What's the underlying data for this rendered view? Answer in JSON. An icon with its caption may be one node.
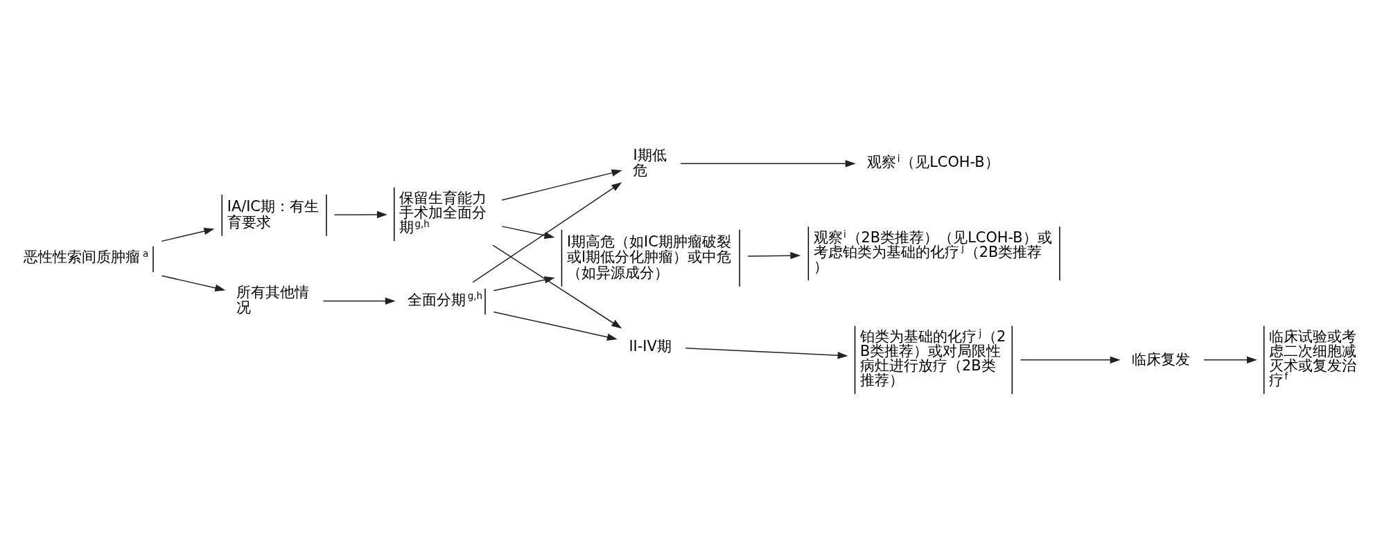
{
  "diagram": {
    "nodes": [
      {
        "text": [
          "恶性性索间质肿瘤$^{a}$"
        ]
      },
      {
        "text": [
          "IA/IC期：有生育要求"
        ]
      },
      {
        "text": [
          "所有其他情况"
        ]
      },
      {
        "text": [
          "保留生育能力手术加全面分期$^{g,h}$"
        ]
      },
      {
        "text": [
          "全面分期$^{g,h}$"
        ]
      },
      {
        "text": [
          "I期低危"
        ]
      },
      {
        "text": [
          "观察$^{i}$（见LCOH-B）"
        ]
      },
      {
        "text": [
          "I期高危（如IC期肿瘤破裂或I期低分化肿瘤）或中危（如异源成分）"
        ]
      },
      {
        "text": [
          "观察$^{i}$（2B类推荐）（见LCOH-B）或考虑铂类为基础的化疗$^{j}$（2B类推荐）"
        ]
      },
      {
        "text": [
          "II-IV期"
        ]
      },
      {
        "text": [
          "铂类为基础的化疗$^{j}$（2B类推荐）或对局限性病灶进行放疗（2B类推荐）"
        ]
      },
      {
        "text": [
          "临床复发"
        ]
      },
      {
        "text": [
          "临床试验或考虑二次细胞减灭术或复发治疗$^{f}$"
        ]
      }
    ],
    "edges": [
      {
        "from": 0,
        "to": 1,
        "arrow": "to"
      },
      {
        "from": 0,
        "to": 2,
        "arrow": "to"
      },
      {
        "from": 1,
        "to": 3,
        "arrow": "to"
      },
      {
        "from": 2,
        "to": 4,
        "arrow": "to"
      },
      {
        "from": 3,
        "to": 5,
        "arrow": "to"
      },
      {
        "from": 3,
        "to": 7,
        "arrow": "to"
      },
      {
        "from": 3,
        "to": 9,
        "arrow": "to"
      },
      {
        "from": 4,
        "to": 5,
        "arrow": "to"
      },
      {
        "from": 4,
        "to": 7,
        "arrow": "to"
      },
      {
        "from": 4,
        "to": 9,
        "arrow": "to"
      },
      {
        "from": 5,
        "to": 6,
        "arrow": "to"
      },
      {
        "from": 7,
        "to": 8,
        "arrow": "to"
      },
      {
        "from": 9,
        "to": 10,
        "arrow": "to"
      },
      {
        "from": 10,
        "to": 11,
        "arrow": "to"
      },
      {
        "from": 11,
        "to": 12,
        "arrow": "to"
      }
    ]
  }
}
